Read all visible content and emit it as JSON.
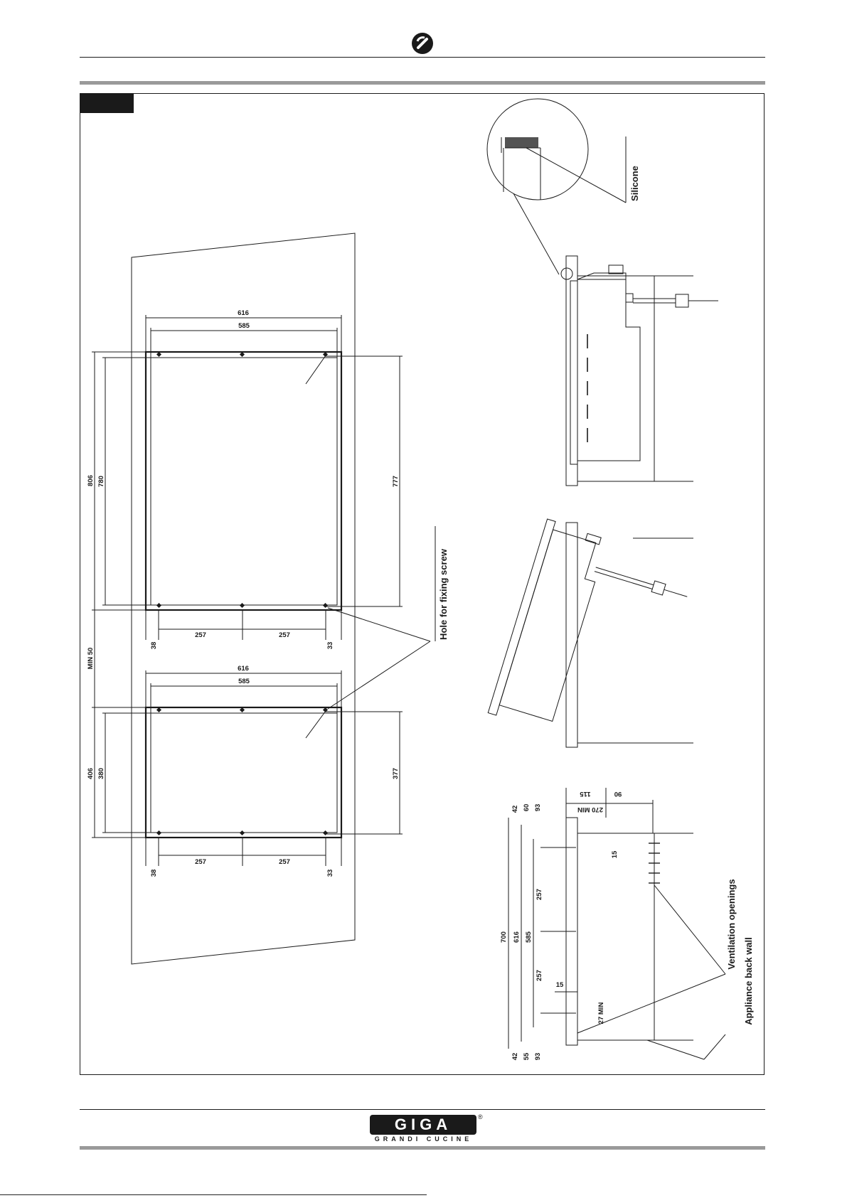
{
  "cutout_top": {
    "width_outer": "616",
    "width_inner": "585",
    "height_outer": "806",
    "height_inner": "780",
    "height_holes": "777",
    "hole_spacing_1": "257",
    "hole_spacing_2": "257",
    "offset_left": "38",
    "offset_right": "33"
  },
  "cutout_gap": "MIN 50",
  "cutout_bottom": {
    "width_outer": "616",
    "width_inner": "585",
    "height_outer": "406",
    "height_inner": "380",
    "height_holes": "377",
    "hole_spacing_1": "257",
    "hole_spacing_2": "257",
    "offset_left": "38",
    "offset_right": "33"
  },
  "labels": {
    "hole_for_fixing_screw": "Hole for fixing screw",
    "silicone": "Silicone",
    "ventilation_openings": "Ventilation openings",
    "appliance_back_wall": "Appliance back wall"
  },
  "side_section": {
    "d_270min": "270 MIN",
    "d_115": "115",
    "d_90": "90",
    "d_15_top": "15",
    "d_15_mid": "15",
    "d_27min": "27 MIN",
    "d_700": "700",
    "d_616": "616",
    "d_585": "585",
    "d_257_a": "257",
    "d_257_b": "257",
    "d_42_top": "42",
    "d_60_top": "60",
    "d_93_top": "93",
    "d_42_bot": "42",
    "d_55_bot": "55",
    "d_93_bot": "93"
  },
  "footer": {
    "brand": "GIGA",
    "tagline": "GRANDI CUCINE",
    "registered": "®"
  }
}
